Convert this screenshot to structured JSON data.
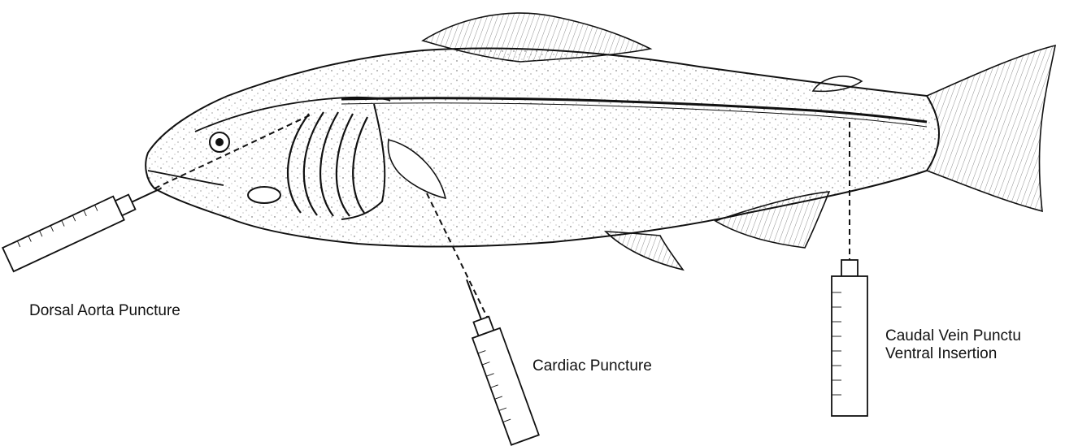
{
  "labels": {
    "dorsal_aorta": "Dorsal Aorta Puncture",
    "cardiac": "Cardiac Puncture",
    "caudal_line1": "Caudal Vein Punctu",
    "caudal_line2": "Ventral Insertion"
  },
  "colors": {
    "ink": "#111111",
    "background": "#ffffff"
  }
}
